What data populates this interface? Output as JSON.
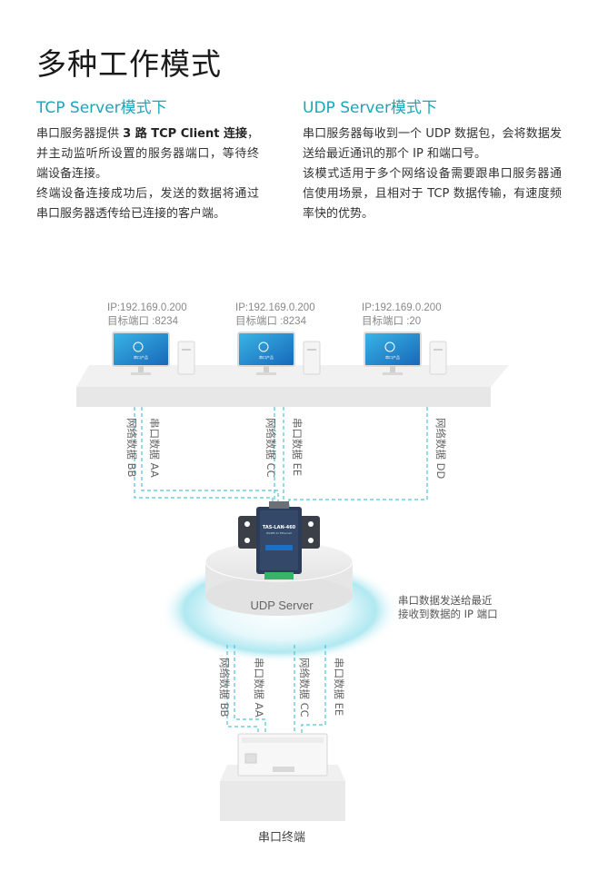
{
  "title": "多种工作模式",
  "tcp": {
    "title": "TCP Server模式下",
    "p1_a": "串口服务器提供 ",
    "p1_b": "3 路 TCP Client 连接",
    "p1_c": "，并主动监听所设置的服务器端口，等待终端设备连接。",
    "p2": "终端设备连接成功后，发送的数据将通过串口服务器透传给已连接的客户端。"
  },
  "udp": {
    "title": "UDP Server模式下",
    "p1": "串口服务器每收到一个 UDP 数据包，会将数据发送给最近通讯的那个 IP 和端口号。",
    "p2": "该模式适用于多个网络设备需要跟串口服务器通信使用场景，且相对于 TCP 数据传输，有速度频率快的优势。"
  },
  "clients": [
    {
      "ip": "IP:192.169.0.200",
      "port": "目标端口 :8234",
      "screen": "串口产品"
    },
    {
      "ip": "IP:192.169.0.200",
      "port": "目标端口 :8234",
      "screen": "串口产品"
    },
    {
      "ip": "IP:192.169.0.200",
      "port": "目标端口 :20",
      "screen": "串口产品"
    }
  ],
  "links_top": [
    "网络数据 BB",
    "串口数据 AA",
    "网络数据 CC",
    "串口数据 EE",
    "网络数据 DD"
  ],
  "device": {
    "model": "TAS-LAN-460",
    "subtitle": "RS485 to Ethernet"
  },
  "server_label": "UDP Server",
  "side_note": [
    "串口数据发送给最近",
    "接收到数据的 IP 端口"
  ],
  "links_bottom": [
    "网络数据 BB",
    "串口数据 AA",
    "网络数据 CC",
    "串口数据 EE"
  ],
  "terminal_label": "串口终端",
  "colors": {
    "accent": "#1aa6b7",
    "dash": "#4fc3d6",
    "platform": "#eeeeee"
  }
}
